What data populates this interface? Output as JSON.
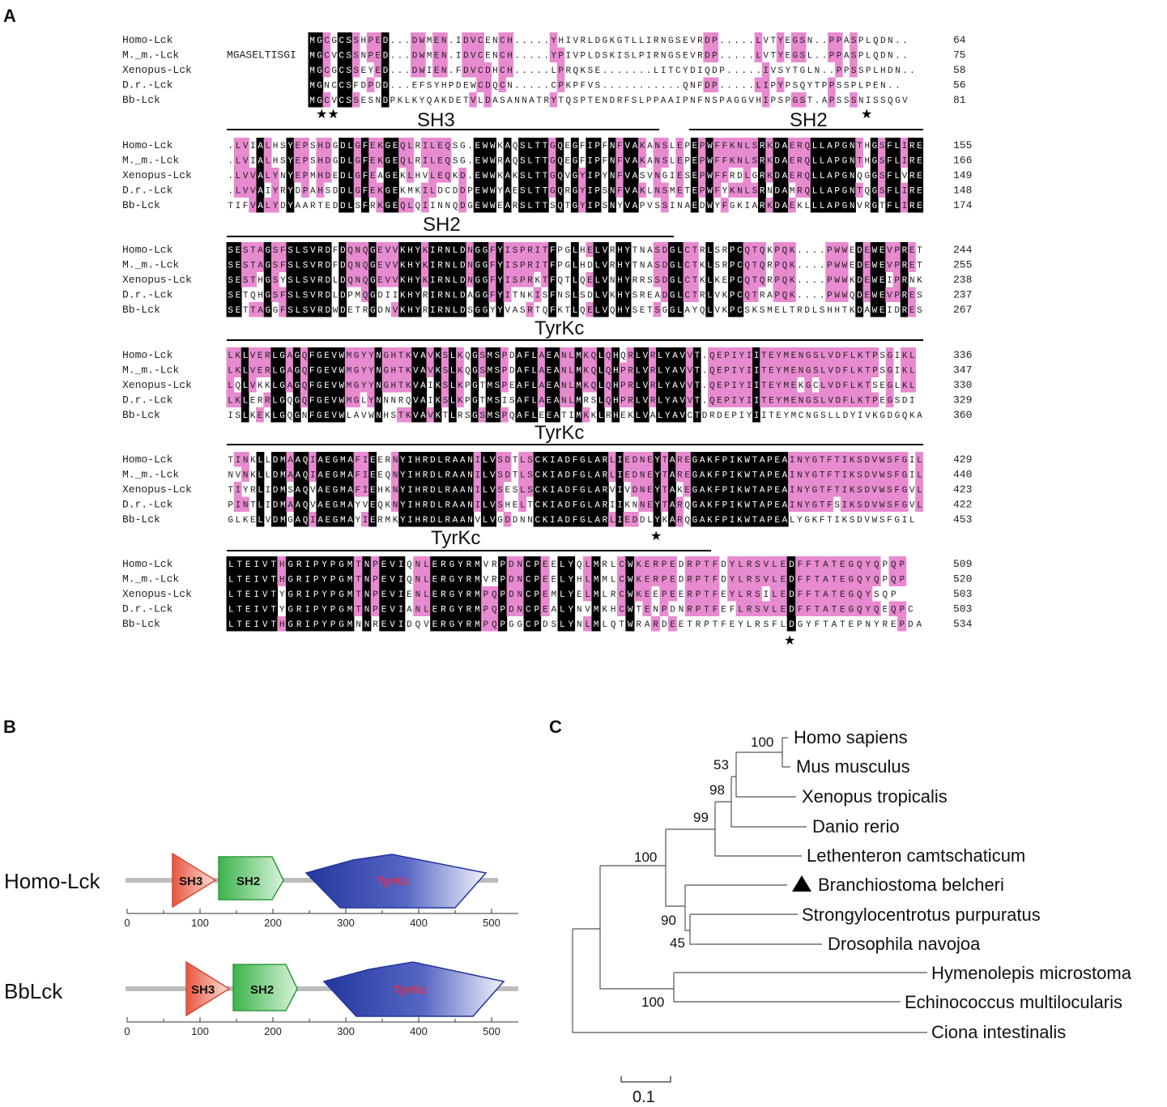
{
  "panelA": {
    "letter": "A",
    "names": [
      "Homo-Lck",
      "M._m.-Lck",
      "Xenopus-Lck",
      "D.r.-Lck",
      "Bb-Lck"
    ],
    "prefix_bb": "MGASELTISGI",
    "domain_labels": [
      "SH3",
      "SH2",
      "SH2",
      "TyrKc",
      "TyrKc",
      "TyrKc"
    ],
    "blocks": [
      {
        "seqs": [
          "MGCGCSSHPED...DWMEN.IDVCENCH.....YHIVRLDGKGTLLIRNGSEVRDP.....LVTYEGSN..PPASPLQDN..",
          "MGCVCSSNPED...DWMEN.IDVCENCH.....YPIVPLDSKISLPIRNGSEVRDP.....LVTYEGSL..PPASPLQDN..",
          "MGCGCSSEYED...DWIEN.FDVCDHCH.....LPRQKSE.......LITCYDIQDP.....IVSYTGLN..PPSSPLHDN..",
          "MGNCCSFDPDD...EFSYHPDEWCDQCN.....CPKPFVS...........QNFDP.....LIPYPSQYTPPSSPLPEN..",
          "MGCVCSSESNDPKLKYQAKDETVLDASANNATRYTQSPTENDRFSLPPAAIPNFNSPAGGVHIPSPGST.APSSSNISSQGV"
        ],
        "nums": [
          "64",
          "75",
          "58",
          "56",
          "81"
        ]
      },
      {
        "seqs": [
          ".LVIALHSYEPSHDGDLGFEKGEQLRILEQSG.EWWKAQSLTTGQEGFIPFNFVAKANSLEPEPWFFKNLSRKDAERQLLAPGNTHGSFLIRE",
          ".LVIALHSYEPSHDGDLGFEKGEQLRILEQSG.EWWRAQSLTTGQEGFIPFNFVAKANSLEPEPWFFKNLSRKDAERQLLAPGNTHGSFLIRE",
          ".LVVALYNYEPMHDEDLGFEAGEKLHVLEQKD.EWWKAKSLTTGQVGYIPYNFVASVNGIESEPWFFRDLGRKDAERQLLAPGNQGGSFLVRE",
          ".LVVAIYRYDPAHSDDLGFEKGEKMKILDCDDPEWWYAESLTTGQRGYIPSNFVAKLNSMETEPWFYKNLSRNDAMRQLLAPGNTQGSFLIRE",
          "TIFVALYDYAARTEDDLSFRKGEQLQIINNQDGEWWEARSLTTSQTGYIPSNYVAPVSSINAEDWYFGKIARKDAEKLLLAPGNVRGTFLIRE"
        ],
        "nums": [
          "155",
          "166",
          "149",
          "148",
          "174"
        ]
      },
      {
        "seqs": [
          "SESTAGSFSLSVRDFDQNQGEVVKHYKIRNLDNGGFYISPRITFPGLHELVRHYTNASDGLCTRLSRPCQTQKPQK....PWWEDEWEVPRET",
          "SESTAGSFSLSVRDFDQNQGEVVKHYKIRNLDNGGFYISPRITFPGLHDLVRHYTNASDGLCTKLSRPCQTQRPQK....PWWEDEWEVPRET",
          "SESTHGSYSLSVRDLDQNQGEVVKHYKIRNLDNGGFYISPRKTFQTLQELVNHYRRSSDGLCTKLKEPCQTQRPQK....PWWKDEWEIPRNK",
          "SETQHGSFSLSVRDLDPMQGDIIKHYRIRNLDAGGFYITNKISFNSLSDLVKHYSREADGLCTRLVKPCQTRAPQK....PWWQDEWEVPRES",
          "SETTAGGFSLSVRDWDETRGDNVKHYRIRNLDSGGYYVASRTQFKTLQELVQHYSETSGGLAYQLVKPCSKSMELTRDLSHHTKDAWEIDRES"
        ],
        "nums": [
          "244",
          "255",
          "238",
          "237",
          "267"
        ]
      },
      {
        "seqs": [
          "LKLVERLGAGQFGEVWMGYYNGHTKVAVKSLKQGSMSPDAFLAEANLMKQLQHQRLVRLYAVVT.QEPIYIITEYMENGSLVDFLKTPSGIKL",
          "LKLVERLGAGQFGEVWMGYYNGHTKVAVKSLKQGSMSPDAFLAEANLMKQLQHPRLVRLYAVVT.QEPIYIITEYMENGSLVDFLKTPSGIKL",
          "LQLVKKLGAGQFGEVWMGYYNGHTKVAIKSLKPGTMSPEAFLAEANLMKQLQHPRLVRLYAVVT.QEPIYIITEYMEKGCLVDFLKTSEGLKL",
          "LKLERRLGQGQFGEVWMGLYNNNRQVAIKSLKPGTMSISAFLAEANLMRSLQHPRLVRLYAVVT.QEPIYIITEYMENGSLVDFLKTPEGSDI",
          "ISLKEKLGQGNFGEVWLAVWNHSTKVAVKTLRSGSMSPQAFLEEATIMKKLRHEKLVALYAVCTDRDEPIYIITEYMCNGSLLDYIVKGDGQKA"
        ],
        "nums": [
          "336",
          "347",
          "330",
          "329",
          "360"
        ]
      },
      {
        "seqs": [
          "TINKLLDMAAQIAEGMAFIEERNYIHRDLRAANILVSDTLSCKIADFGLARLIEDNEYTAREGAKFPIKWTAPEAINYGTFTIKSDVWSFGIL",
          "NVNKLLDMAAQIAEGMAFIEEQNYIHRDLRAANILVSDTLSCKIADFGLARLIEDNEYTAREGAKFPIKWTAPEAINYGTFTIKSDVWSFGIL",
          "TIYRLIDMSAQVAEGMAFIEHKNYIHRDLRAANILVSESLSCKIADFGLARVIVDNEYTAKEGAKFPIKWTAPEAINYGTFTIKSDVWSFGVL",
          "PINTLIDMAAQVAEGMAYVEQKNYIHRDLRAANILVSHELTCKIADFGLARIIKNNEYTARQGAKFPIKWTAPEAINYGTFSIKSDVWSFGVL",
          "GLKELVDMGAQIAEGMAYIERMKYIHRDLRAANVLVGDDNNCKIADFGLARLIEDDLYKARQGAKFPIKWTAPEALYGKFTIKSDVWSFGIL"
        ],
        "nums": [
          "429",
          "440",
          "423",
          "422",
          "453"
        ]
      },
      {
        "seqs": [
          "LTEIVTHGRIPYPGMTNPEVIQNLERGYRMVRPDNCPEELYQLMRLCWKERPEDRPTFDYLRSVLEDFFTATEGQYQPQP",
          "LTEIVTHGRIPYPGMTNPEVIQNLERGYRMVRPDNCPEELYHLMMLCWKERPEDRPTFDYLRSVLEDFFTATEGQYQPQP",
          "LTEIVTYGRIPYPGMTNPEVIENLERGYRMPQPDNCPEMLYELMLRCWKEEPEERPTFEYLRSILEDFFTATEGQYSQP",
          "LTEIVTYGRIPYPGMTNPEVIANLERGYRMPQPDNCPEALYNVMKHCWTENPDNRPTFEFLRSVLEDFFTATEGQYQEQPC",
          "LTEIVTHGRIPYPGMNNREVIDQVERGYRMPQPGGCPDSLYNLMLQTWRARDEETRPTFEYLRSFLDGYFTATEPNYREPDA"
        ],
        "nums": [
          "509",
          "520",
          "503",
          "503",
          "534"
        ]
      }
    ]
  },
  "panelB": {
    "letter": "B",
    "proteins": [
      {
        "name": "Homo-Lck",
        "domains": [
          "SH3",
          "SH2",
          "TyrKc"
        ]
      },
      {
        "name": "BbLck",
        "domains": [
          "SH3",
          "SH2",
          "TyrKc"
        ]
      }
    ],
    "ticks": [
      "0",
      "100",
      "200",
      "300",
      "400",
      "500"
    ]
  },
  "panelC": {
    "letter": "C",
    "taxa": [
      "Homo sapiens",
      "Mus musculus",
      "Xenopus tropicalis",
      "Danio rerio",
      "Lethenteron camtschaticum",
      "Branchiostoma belcheri",
      "Strongylocentrotus purpuratus",
      "Drosophila navojoa",
      "Hymenolepis microstoma",
      "Echinococcus multilocularis",
      "Ciona intestinalis"
    ],
    "bootstrap": [
      "100",
      "53",
      "98",
      "99",
      "100",
      "90",
      "45",
      "100"
    ],
    "scale": "0.1",
    "marker": "triangle"
  },
  "colors": {
    "identical": "#000000",
    "similar": "#e88ad0",
    "sh3": "#e8553f",
    "sh2": "#3cb44b",
    "tyrkc": "#2a3ea8",
    "backbone": "#bdbdbd"
  }
}
